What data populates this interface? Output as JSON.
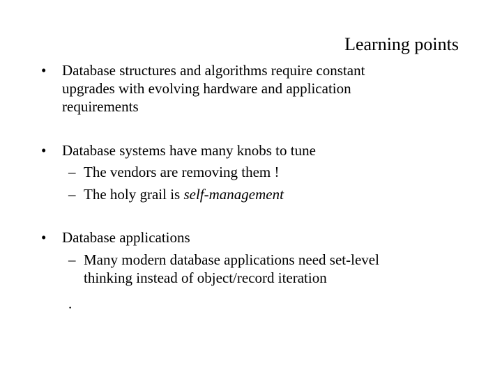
{
  "slide": {
    "title": "Learning points",
    "bullet_char": "•",
    "dash_char": "–",
    "bullets": [
      {
        "lines": [
          "Database structures and algorithms require constant",
          "upgrades with evolving hardware and application",
          "requirements"
        ]
      },
      {
        "text": "Database systems have many knobs to tune",
        "subs": [
          "The vendors are removing them !",
          "The holy grail is ",
          "self-management"
        ]
      },
      {
        "text": "Database applications",
        "sub_lines": [
          "Many modern database applications need set-level",
          "thinking instead of object/record iteration"
        ]
      }
    ],
    "trailing_period": "."
  }
}
